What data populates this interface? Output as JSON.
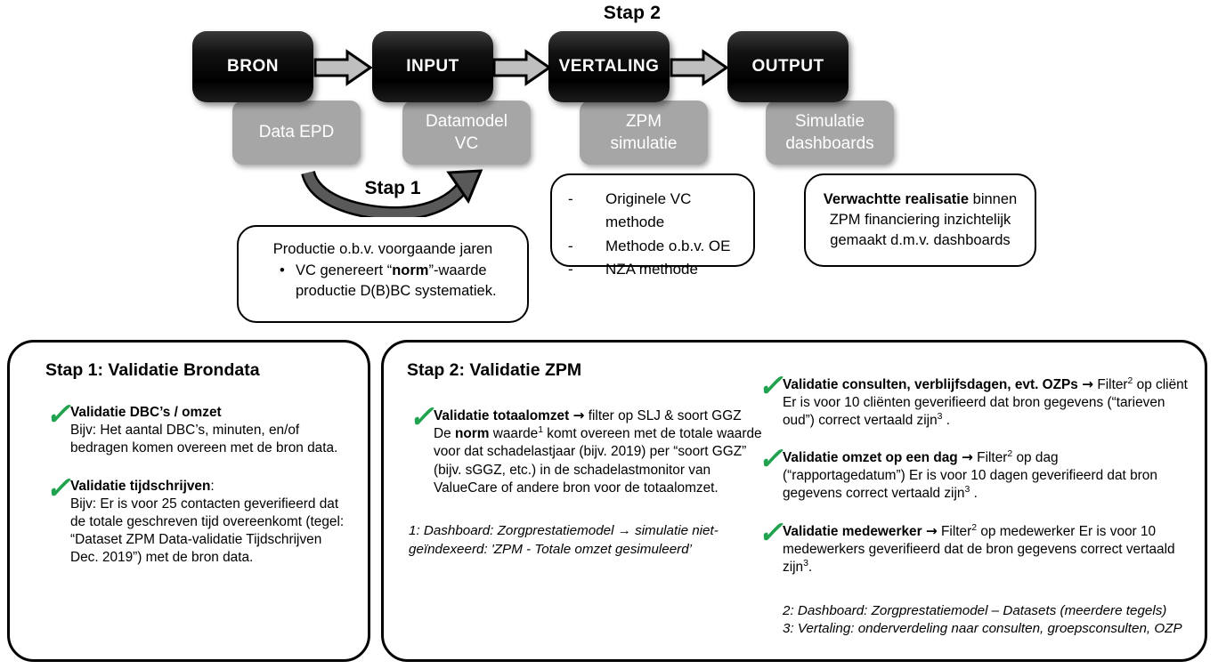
{
  "top": {
    "stap2_label": "Stap 2",
    "stap1_label": "Stap 1",
    "stages": [
      {
        "title": "BRON",
        "sub": "Data EPD"
      },
      {
        "title": "INPUT",
        "sub": "Datamodel\nVC"
      },
      {
        "title": "VERTALING",
        "sub": "ZPM\nsimulatie"
      },
      {
        "title": "OUTPUT",
        "sub": "Simulatie\ndashboards"
      }
    ],
    "production_callout": {
      "line1": "Productie o.b.v. voorgaande jaren",
      "bullet_pre": "VC genereert “",
      "bullet_bold": "norm",
      "bullet_post": "”-waarde productie D(B)BC systematiek."
    },
    "methods_callout": {
      "dash": "-",
      "items": [
        "Originele VC methode",
        "Methode o.b.v. OE",
        "NZA methode"
      ]
    },
    "output_callout": {
      "bold": "Verwachtte realisatie",
      "rest": " binnen ZPM financiering inzichtelijk gemaakt d.m.v. dashboards"
    }
  },
  "panel_left": {
    "title": "Stap 1: Validatie Brondata",
    "items": [
      {
        "check": "✓",
        "head_bold": "Validatie DBC’s / omzet",
        "head_rest": "",
        "body": "Bijv: Het aantal DBC’s, minuten, en/of bedragen komen overeen met de bron data."
      },
      {
        "check": "✓",
        "head_bold": "Validatie tijdschrijven",
        "head_rest": ":",
        "body": "Bijv: Er is voor 25 contacten geverifieerd dat de totale geschreven tijd overeenkomt (tegel: “Dataset ZPM Data-validatie Tijdschrijven Dec. 2019”) met de bron data."
      }
    ]
  },
  "panel_right": {
    "title": "Stap 2: Validatie ZPM",
    "left_items": [
      {
        "check": "✓",
        "head_bold": "Validatie totaalomzet",
        "arrow": "→",
        "head_rest": " filter op SLJ & soort GGZ",
        "body_pre": "De ",
        "body_bold": "norm",
        "body_mid": " waarde",
        "body_sup": "1",
        "body_post": " komt overeen met de totale waarde voor dat schadelastjaar (bijv. 2019) per “soort GGZ” (bijv. sGGZ, etc.) in de schadelastmonitor van ValueCare of andere bron voor de totaalomzet."
      }
    ],
    "left_footnotes": [
      "1: Dashboard: Zorgprestatiemodel → simulatie niet-geïndexeerd: 'ZPM - Totale omzet gesimuleerd’"
    ],
    "right_items": [
      {
        "check": "✓",
        "head_bold": "Validatie consulten, verblijfsdagen, evt. OZPs",
        "arrow": "→",
        "head_rest": " Filter",
        "head_sup": "2",
        "head_tail": " op cliënt",
        "body_pre": "Er is voor 10 cliënten geverifieerd dat bron gegevens (“tarieven oud”) correct vertaald zijn",
        "body_sup": "3",
        "body_post": " ."
      },
      {
        "check": "✓",
        "head_bold": "Validatie omzet op een dag",
        "arrow": "→",
        "head_rest": " Filter",
        "head_sup": "2",
        "head_tail": " op dag",
        "body_pre": "(“rapportagedatum”) Er is voor 10 dagen geverifieerd dat bron gegevens correct vertaald zijn",
        "body_sup": "3",
        "body_post": " ."
      },
      {
        "check": "✓",
        "head_bold": "Validatie medewerker",
        "arrow": "→",
        "head_rest": " Filter",
        "head_sup": "2",
        "head_tail": " op medewerker Er is voor 10",
        "body_pre": "medewerkers geverifieerd dat de bron gegevens correct vertaald zijn",
        "body_sup": "3",
        "body_post": "."
      }
    ],
    "right_footnotes": [
      "2: Dashboard: Zorgprestatiemodel – Datasets (meerdere tegels)",
      "3: Vertaling: onderverdeling naar consulten, groepsconsulten, OZP"
    ]
  },
  "colors": {
    "check_green": "#21a24e",
    "gray_box": "#a6a6a6",
    "black_box": "#000000",
    "arrow_gray": "#bfbfbf"
  }
}
